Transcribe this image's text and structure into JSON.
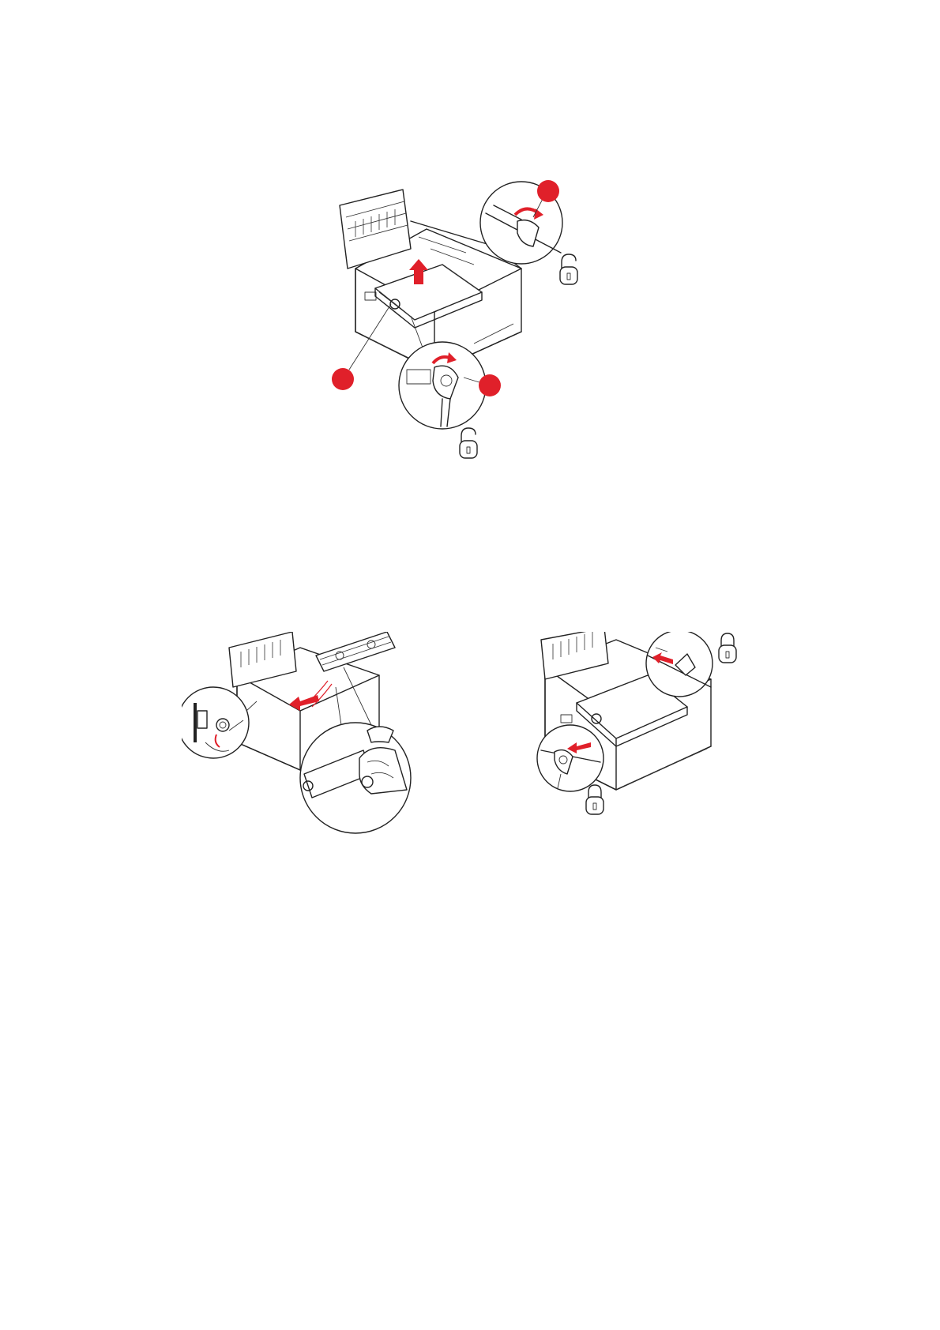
{
  "page": {
    "background": "#ffffff"
  },
  "colors": {
    "accent_red": "#e0202a",
    "line": "#222222"
  },
  "figures": [
    {
      "id": "top",
      "icons": [
        "printer-icon",
        "belt-unit-icon",
        "red-marker-icon",
        "lever-zoom-icon",
        "unlock-icon",
        "red-arrow-icon"
      ]
    },
    {
      "id": "bottom-left",
      "icons": [
        "printer-icon",
        "belt-unit-icon",
        "hand-icon",
        "gear-zoom-icon",
        "red-arrow-icon"
      ]
    },
    {
      "id": "bottom-right",
      "icons": [
        "printer-icon",
        "belt-unit-icon",
        "lock-icon",
        "lever-zoom-icon",
        "red-arrow-icon"
      ]
    }
  ]
}
